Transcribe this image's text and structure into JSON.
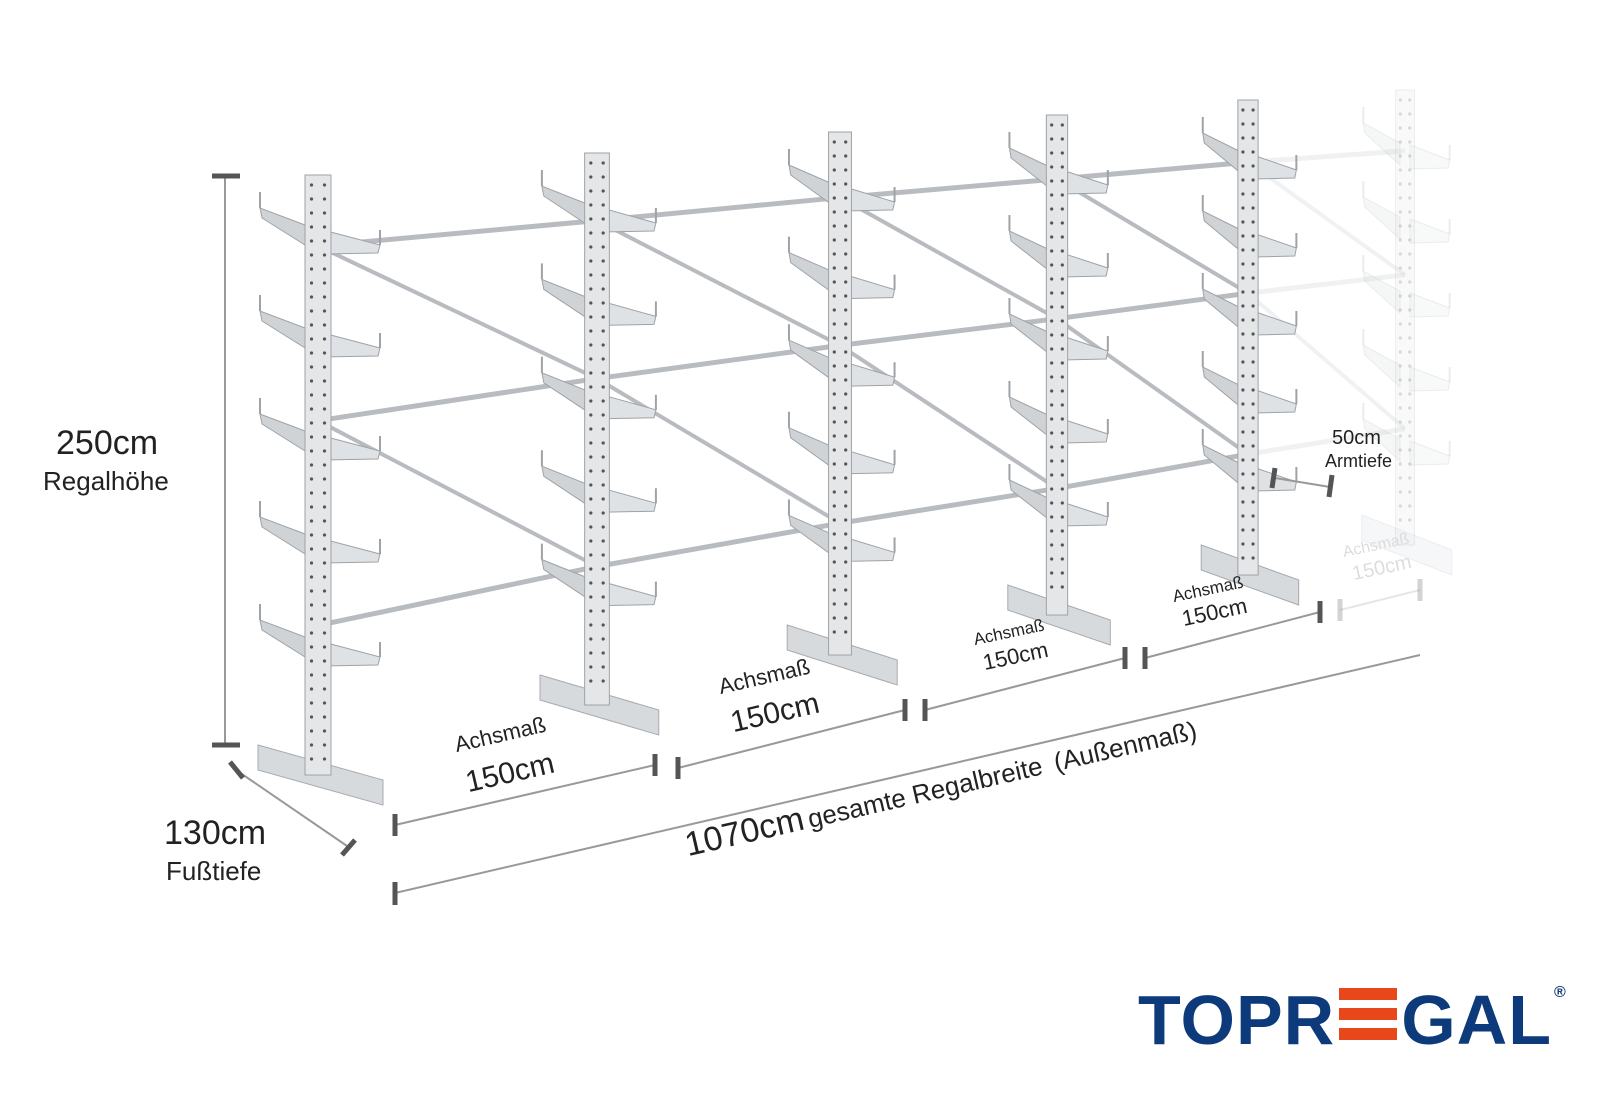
{
  "dimensions": {
    "height": {
      "value": "250cm",
      "label": "Regalhöhe"
    },
    "foot_depth": {
      "value": "130cm",
      "label": "Fußtiefe"
    },
    "arm_depth": {
      "value": "50cm",
      "label": "Armtiefe"
    },
    "bays": [
      {
        "label": "Achsmaß",
        "value": "150cm"
      },
      {
        "label": "Achsmaß",
        "value": "150cm"
      },
      {
        "label": "Achsmaß",
        "value": "150cm"
      },
      {
        "label": "Achsmaß",
        "value": "150cm"
      },
      {
        "label": "Achsmaß",
        "value": "150cm"
      }
    ],
    "total_width": {
      "value": "1070cm",
      "label": "gesamte Regalbreite",
      "note": "(Außenmaß)"
    }
  },
  "brand": {
    "name_part1": "TOPR",
    "name_part2": "GAL",
    "registered": "®",
    "color_blue": "#0d3a7a",
    "color_orange": "#e8461b"
  }
}
